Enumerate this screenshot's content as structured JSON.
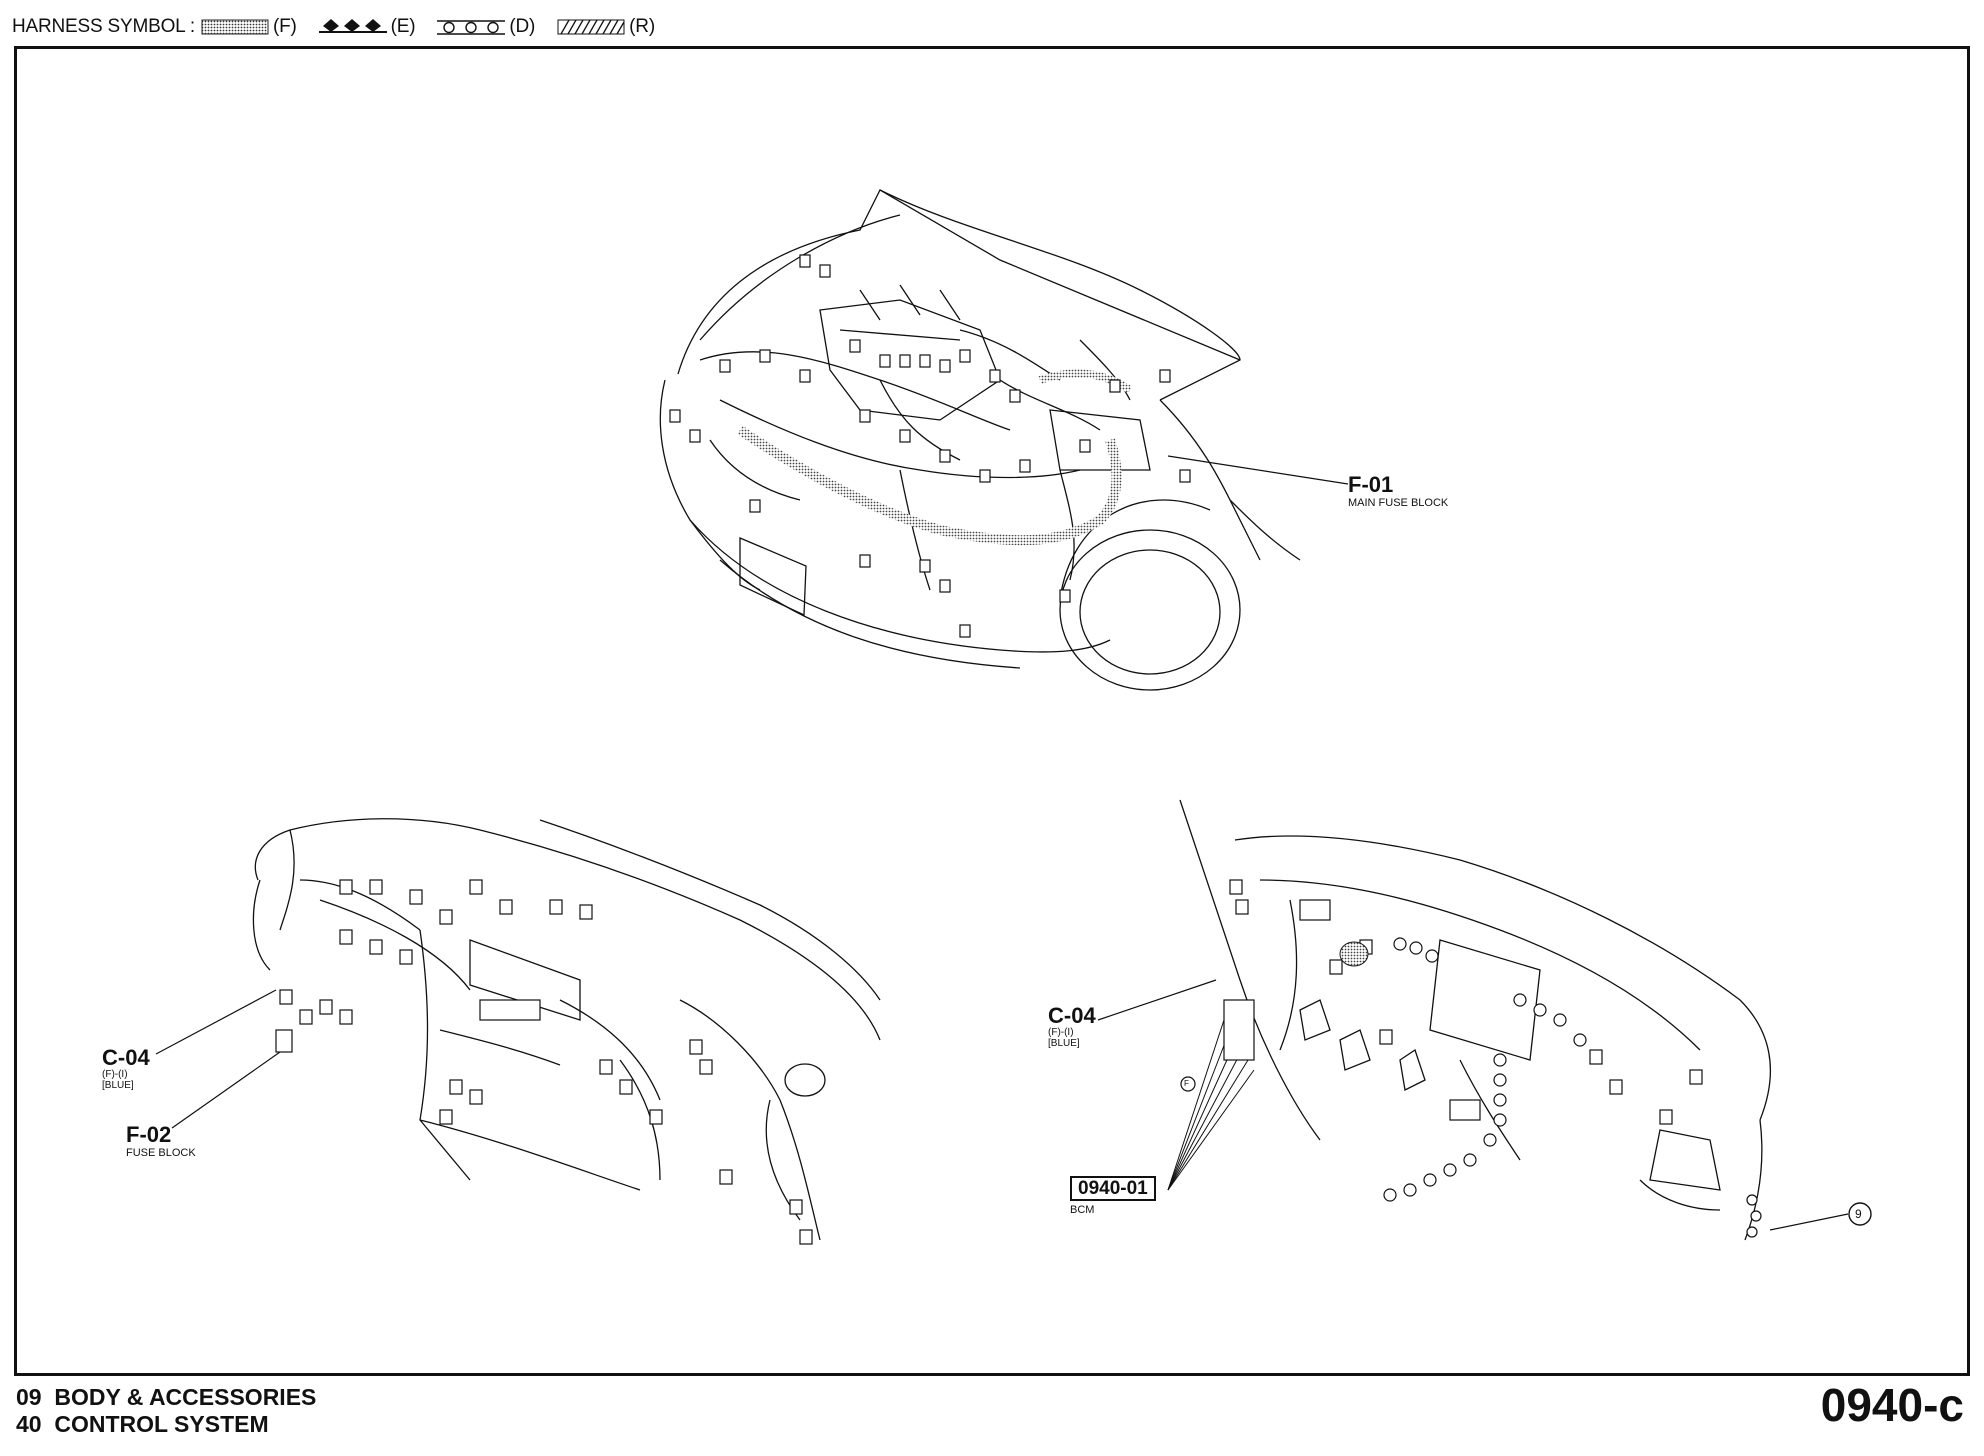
{
  "legend": {
    "title": "HARNESS SYMBOL :",
    "items": [
      {
        "code": "(F)",
        "pattern": "dotted"
      },
      {
        "code": "(E)",
        "pattern": "diamond"
      },
      {
        "code": "(D)",
        "pattern": "circle"
      },
      {
        "code": "(R)",
        "pattern": "hatched"
      }
    ]
  },
  "labels": {
    "f01": {
      "code": "F-01",
      "desc": "MAIN FUSE BLOCK"
    },
    "c04_left": {
      "code": "C-04",
      "line1": "(F)-(I)",
      "line2": "[BLUE]"
    },
    "f02": {
      "code": "F-02",
      "desc": "FUSE BLOCK"
    },
    "c04_right": {
      "code": "C-04",
      "line1": "(F)-(I)",
      "line2": "[BLUE]"
    },
    "bcm": {
      "code": "0940-01",
      "desc": "BCM"
    },
    "callout_9": "9",
    "marker_f": "F"
  },
  "footer": {
    "section1_num": "09",
    "section1_name": "BODY & ACCESSORIES",
    "section2_num": "40",
    "section2_name": "CONTROL SYSTEM",
    "page_code": "0940-c"
  }
}
